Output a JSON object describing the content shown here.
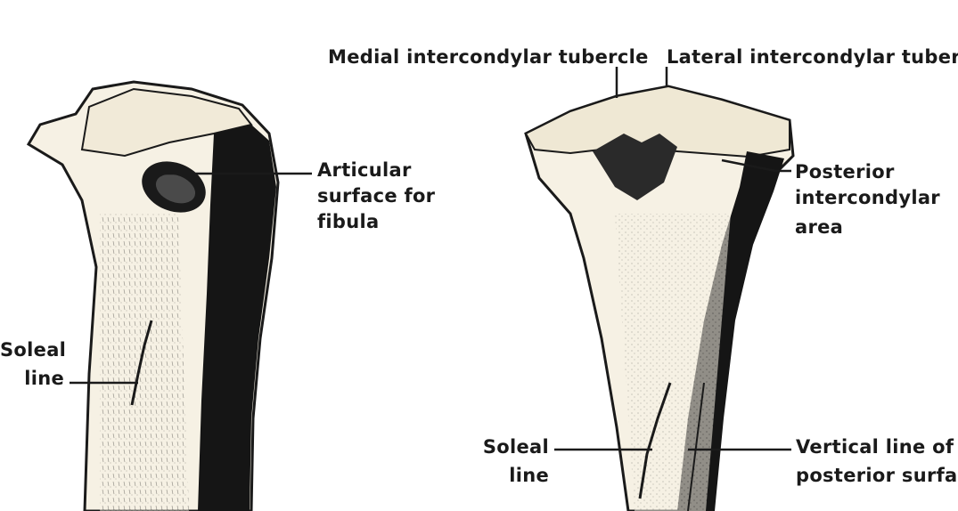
{
  "labels": {
    "articular_line1": "Articular",
    "articular_line2": "surface for",
    "articular_line3": "fibula",
    "soleal_left_line1": "Soleal",
    "soleal_left_line2": "line",
    "medial_tubercle": "Medial intercondylar tubercle",
    "lateral_tubercle": "Lateral intercondylar tubercl",
    "posterior_line1": "Posterior",
    "posterior_line2": "intercondylar",
    "posterior_line3": "area",
    "soleal_right_line1": "Soleal",
    "soleal_right_line2": "line",
    "vertical_line1": "Vertical line of",
    "vertical_line2": "posterior surfac"
  },
  "colors": {
    "ink": "#1a1a1a",
    "bone": "#f6f1e4",
    "shadow": "#151515",
    "background": "#ffffff"
  }
}
